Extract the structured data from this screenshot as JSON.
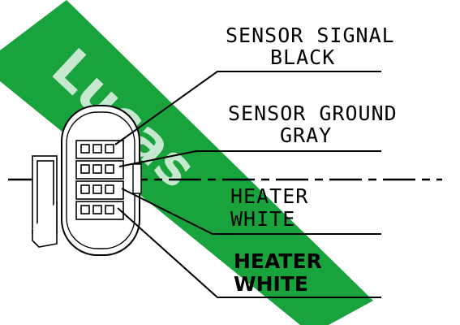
{
  "watermark": {
    "text": "Lucas",
    "color": "#19a33c"
  },
  "labels": [
    {
      "line1": "SENSOR SIGNAL",
      "line2": "BLACK"
    },
    {
      "line1": "SENSOR GROUND",
      "line2": "GRAY"
    },
    {
      "line1": "HEATER",
      "line2": "WHITE"
    },
    {
      "line1": "HEATER",
      "line2": "WHITE"
    }
  ]
}
